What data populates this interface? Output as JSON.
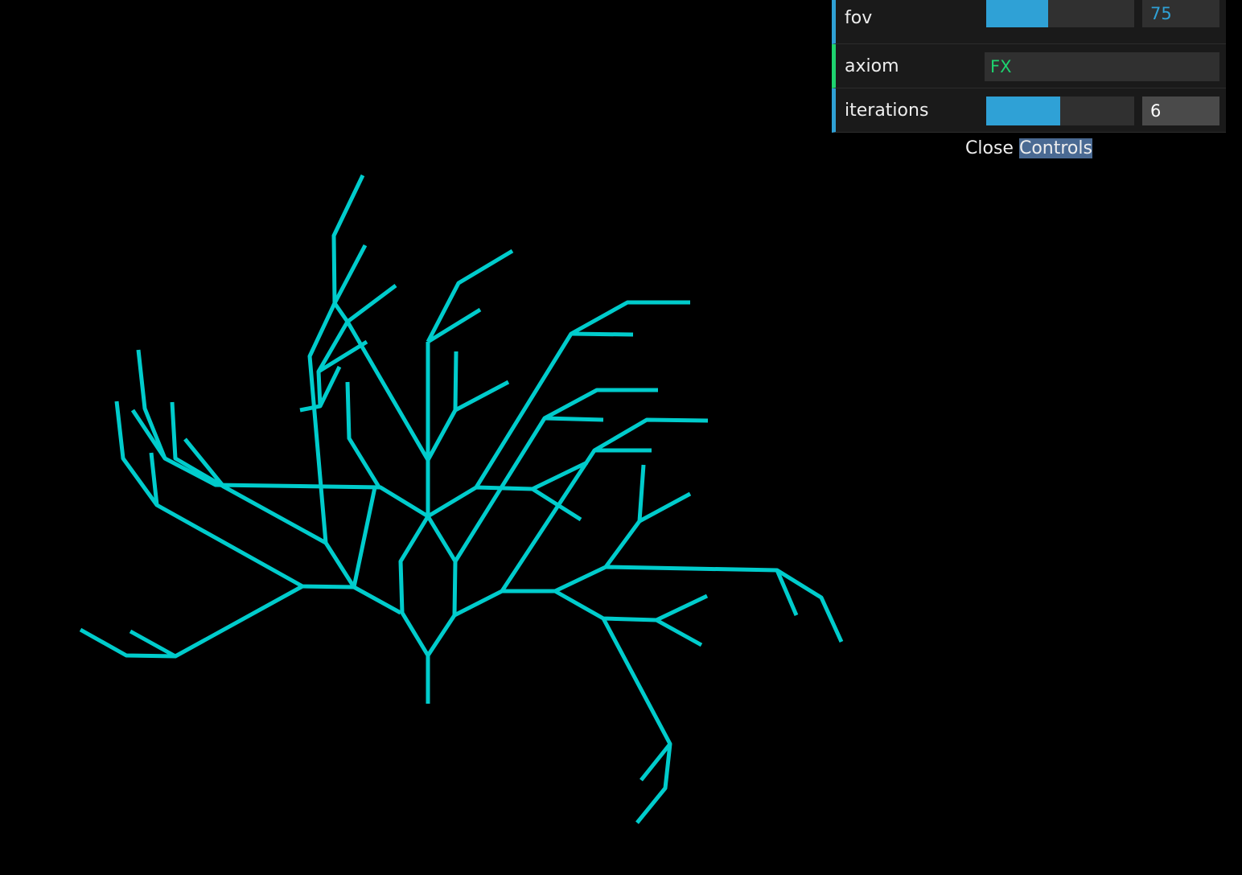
{
  "gui": {
    "controllers": [
      {
        "label": "fov",
        "type": "number",
        "value": "75",
        "fill_fraction": 0.42
      },
      {
        "label": "axiom",
        "type": "string",
        "value": "FX"
      },
      {
        "label": "iterations",
        "type": "number",
        "value": "6",
        "fill_fraction": 0.5
      }
    ],
    "close_word": "Close",
    "close_highlight": "Controls"
  },
  "scene": {
    "line_color": "#00cccc",
    "background": "#000000"
  },
  "colors": {
    "number_accent": "#2fa1d6",
    "string_accent": "#1ed36f",
    "panel_bg": "#1a1a1a",
    "field_bg": "#303030"
  }
}
